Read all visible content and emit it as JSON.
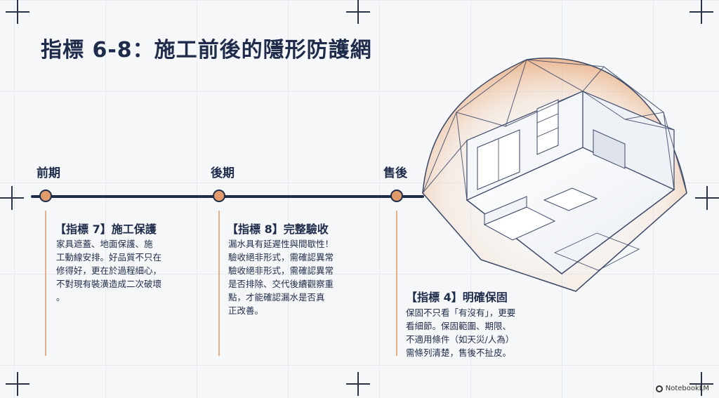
{
  "title": "指標 6-8：施工前後的隱形防護網",
  "phases": [
    {
      "label": "前期"
    },
    {
      "label": "後期"
    },
    {
      "label": "售後"
    }
  ],
  "cards": [
    {
      "title": "【指標 7】施工保護",
      "lines": [
        "家具遮蓋、地面保護、施",
        "工動線安排。好品質不只在",
        "修得好，更在於過程細心，",
        "不對現有裝潢造成二次破壞",
        "。"
      ]
    },
    {
      "title": "【指標 8】完整驗收",
      "lines": [
        "漏水具有延遲性與間歇性！",
        "驗收絕非形式，需確認異常",
        "驗收絕非形式，需確認異常",
        "是否排除、交代後續觀察重",
        "點，才能確認漏水是否真",
        "正改善。"
      ]
    },
    {
      "title": "【指標 4】明確保固",
      "lines": [
        "保固不只看「有沒有」，更要",
        "看細節。保固範圍、期限、",
        "不適用條件（如天災/人為）",
        "需條列清楚，售後不扯皮。"
      ]
    }
  ],
  "watermark": "NotebookLM",
  "colors": {
    "navy": "#1f2d4d",
    "accent": "#e19a6a"
  }
}
